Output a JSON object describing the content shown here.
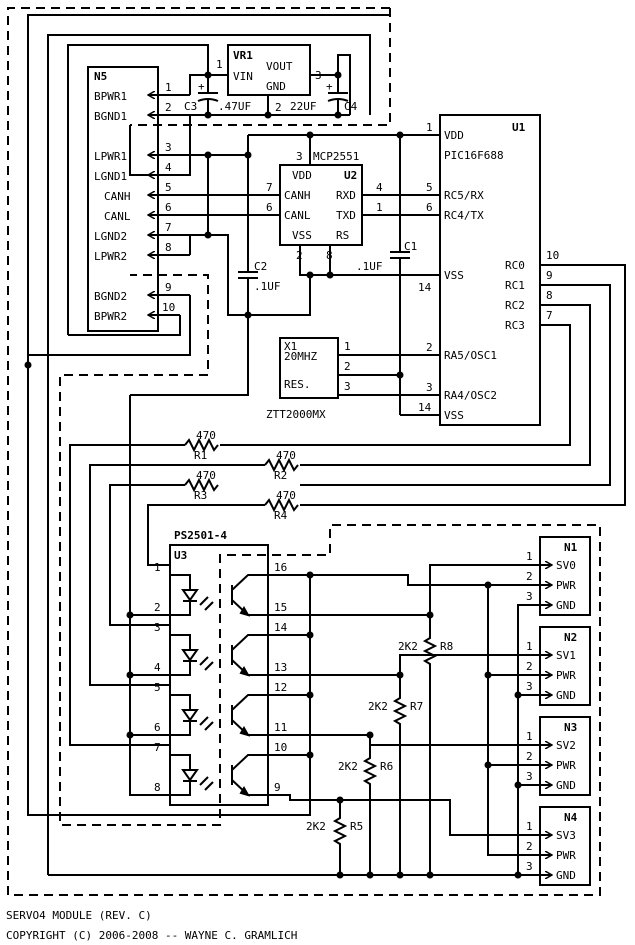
{
  "footer": {
    "line1": "SERVO4 MODULE (REV. C)",
    "line2": "COPYRIGHT (C) 2006-2008 -- WAYNE C. GRAMLICH"
  },
  "vr1": {
    "ref": "VR1",
    "vin": "VIN",
    "vout": "VOUT",
    "gnd": "GND",
    "pin1": "1",
    "pin2": "2",
    "pin3": "3"
  },
  "n5": {
    "ref": "N5",
    "pins": [
      {
        "label": "BPWR1",
        "num": "1"
      },
      {
        "label": "BGND1",
        "num": "2"
      },
      {
        "label": "LPWR1",
        "num": "3"
      },
      {
        "label": "LGND1",
        "num": "4"
      },
      {
        "label": "CANH",
        "num": "5"
      },
      {
        "label": "CANL",
        "num": "6"
      },
      {
        "label": "LGND2",
        "num": "7"
      },
      {
        "label": "LPWR2",
        "num": "8"
      },
      {
        "label": "BGND2",
        "num": "9"
      },
      {
        "label": "BPWR2",
        "num": "10"
      }
    ]
  },
  "c3": {
    "ref": "C3",
    "value": ".47UF",
    "plus": "+"
  },
  "c4": {
    "ref": "C4",
    "value": "22UF",
    "plus": "+"
  },
  "c1": {
    "ref": "C1",
    "value": ".1UF"
  },
  "c2": {
    "ref": "C2",
    "value": ".1UF"
  },
  "u2": {
    "ref": "U2",
    "part": "MCP2551",
    "vdd": "VDD",
    "canh": "CANH",
    "canl": "CANL",
    "vss": "VSS",
    "rxd": "RXD",
    "txd": "TXD",
    "rs": "RS",
    "pin_vdd": "3",
    "pin_canh": "7",
    "pin_canl": "6",
    "pin_vss": "2",
    "pin_rs": "8",
    "pin_rxd": "4",
    "pin_txd": "1"
  },
  "u1": {
    "ref": "U1",
    "part": "PIC16F688",
    "vdd": "VDD",
    "rc5": "RC5/RX",
    "rc4": "RC4/TX",
    "vss": "VSS",
    "rc0": "RC0",
    "rc1": "RC1",
    "rc2": "RC2",
    "rc3": "RC3",
    "ra5": "RA5/OSC1",
    "ra4": "RA4/OSC2",
    "vss2": "VSS",
    "pin_vdd": "1",
    "pin_rc5": "5",
    "pin_rc4": "6",
    "pin_vss": "14",
    "pin_rc0": "10",
    "pin_rc1": "9",
    "pin_rc2": "8",
    "pin_rc3": "7",
    "pin_ra5": "2",
    "pin_ra4": "3",
    "pin_vss2": "14"
  },
  "x1": {
    "ref": "X1",
    "freq": "20MHZ",
    "res": "RES.",
    "part": "ZTT2000MX",
    "pin1": "1",
    "pin2": "2",
    "pin3": "3"
  },
  "resistors": [
    {
      "ref": "R1",
      "value": "470"
    },
    {
      "ref": "R2",
      "value": "470"
    },
    {
      "ref": "R3",
      "value": "470"
    },
    {
      "ref": "R4",
      "value": "470"
    },
    {
      "ref": "R5",
      "value": "2K2"
    },
    {
      "ref": "R6",
      "value": "2K2"
    },
    {
      "ref": "R7",
      "value": "2K2"
    },
    {
      "ref": "R8",
      "value": "2K2"
    }
  ],
  "u3": {
    "ref": "U3",
    "part": "PS2501-4",
    "left_pins": [
      "1",
      "2",
      "3",
      "4",
      "5",
      "6",
      "7",
      "8"
    ],
    "right_pins": [
      "16",
      "15",
      "14",
      "13",
      "12",
      "11",
      "10",
      "9"
    ]
  },
  "servo_connectors": [
    {
      "ref": "N1",
      "pins": [
        {
          "num": "1",
          "label": "SV0"
        },
        {
          "num": "2",
          "label": "PWR"
        },
        {
          "num": "3",
          "label": "GND"
        }
      ]
    },
    {
      "ref": "N2",
      "pins": [
        {
          "num": "1",
          "label": "SV1"
        },
        {
          "num": "2",
          "label": "PWR"
        },
        {
          "num": "3",
          "label": "GND"
        }
      ]
    },
    {
      "ref": "N3",
      "pins": [
        {
          "num": "1",
          "label": "SV2"
        },
        {
          "num": "2",
          "label": "PWR"
        },
        {
          "num": "3",
          "label": "GND"
        }
      ]
    },
    {
      "ref": "N4",
      "pins": [
        {
          "num": "1",
          "label": "SV3"
        },
        {
          "num": "2",
          "label": "PWR"
        },
        {
          "num": "3",
          "label": "GND"
        }
      ]
    }
  ]
}
